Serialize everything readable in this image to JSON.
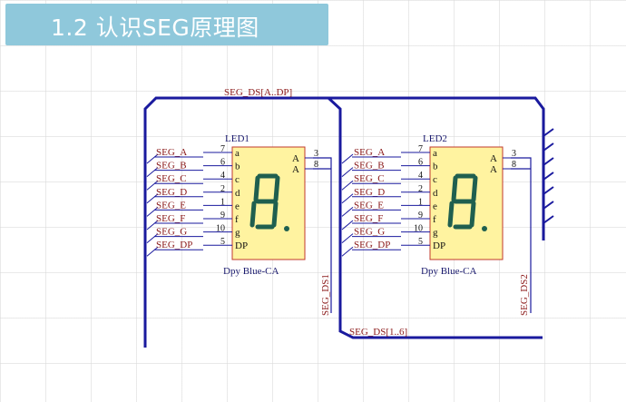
{
  "title": "1.2 认识SEG原理图",
  "bus_labels": {
    "top": "SEG_DS[A..DP]",
    "bottom": "SEG_DS[1..6]"
  },
  "net_ds1": "SEG_DS1",
  "net_ds2": "SEG_DS2",
  "seg_nets": [
    "SEG_A",
    "SEG_B",
    "SEG_C",
    "SEG_D",
    "SEG_E",
    "SEG_F",
    "SEG_G",
    "SEG_DP"
  ],
  "pin_numbers": [
    "7",
    "6",
    "4",
    "2",
    "1",
    "9",
    "10",
    "5"
  ],
  "pin_names": [
    "a",
    "b",
    "c",
    "d",
    "e",
    "f",
    "g",
    "DP"
  ],
  "anode_pins": [
    "3",
    "8"
  ],
  "anode_names": [
    "A",
    "A"
  ],
  "components": [
    {
      "ref": "LED1",
      "part": "Dpy Blue-CA"
    },
    {
      "ref": "LED2",
      "part": "Dpy Blue-CA"
    }
  ],
  "colors": {
    "wire": "#1a1a9e",
    "net_text": "#8b1a1a",
    "body": "#fff3a0",
    "body_border": "#c0392b",
    "title_bar": "#8fc8db"
  }
}
